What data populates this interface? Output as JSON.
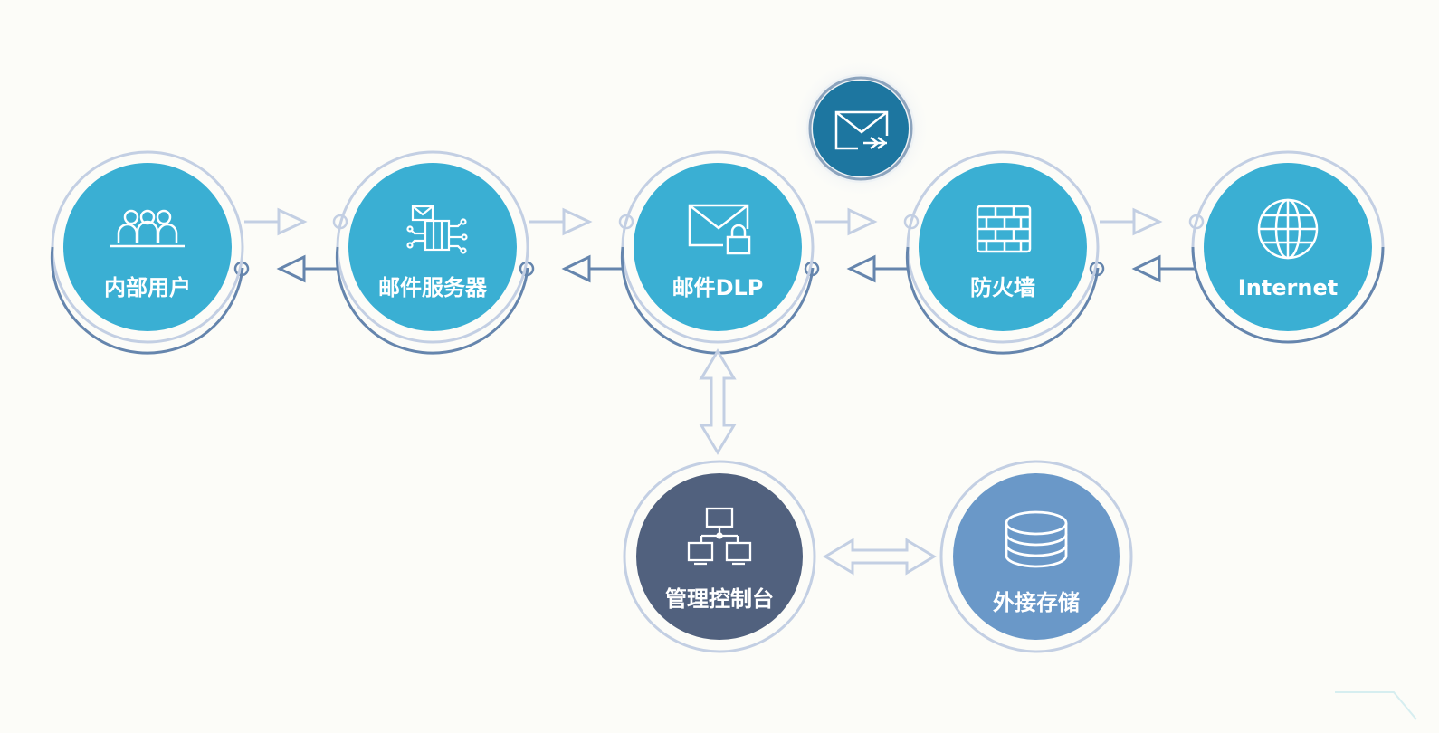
{
  "nodes": {
    "internal_users": {
      "label": "内部用户",
      "icon": "users-icon"
    },
    "mail_server": {
      "label": "邮件服务器",
      "icon": "mail-server-icon"
    },
    "mail_dlp": {
      "label": "邮件DLP",
      "icon": "mail-lock-icon"
    },
    "firewall": {
      "label": "防火墙",
      "icon": "firewall-icon"
    },
    "internet": {
      "label": "Internet",
      "icon": "globe-icon"
    },
    "console": {
      "label": "管理控制台",
      "icon": "network-icon"
    },
    "storage": {
      "label": "外接存储",
      "icon": "database-icon"
    },
    "email_badge": {
      "icon": "mail-send-icon"
    }
  },
  "colors": {
    "primary_node": "#3aafd3",
    "console_node": "#51617e",
    "storage_node": "#6a98c8",
    "badge_node": "#1d76a0",
    "ring_light": "#c3cfe3",
    "ring_dark": "#6585ad",
    "background": "#fcfcf8"
  }
}
